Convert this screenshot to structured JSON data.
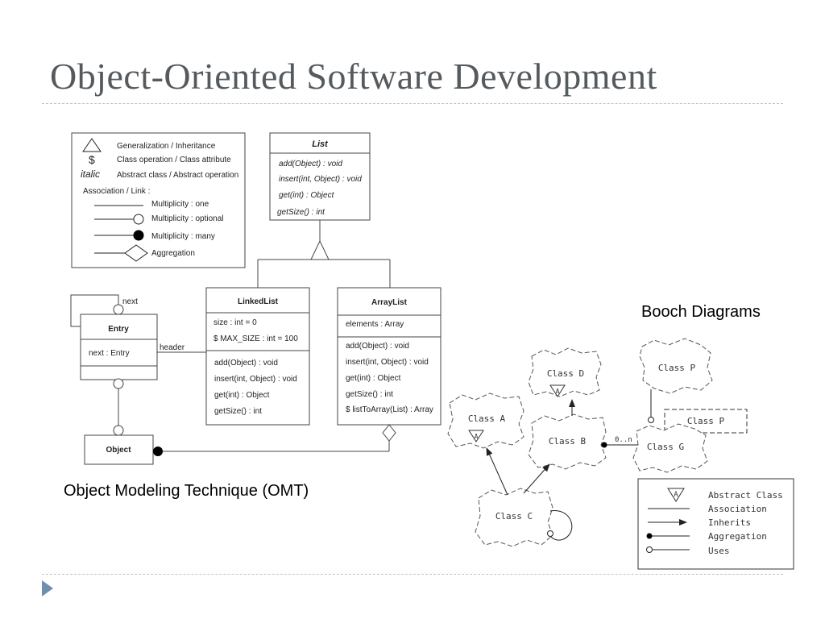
{
  "slide": {
    "title": "Object-Oriented Software Development",
    "omt_caption": "Object Modeling Technique (OMT)",
    "booch_caption": "Booch Diagrams"
  },
  "omt_legend": {
    "generalization": "Generalization / Inheritance",
    "dollar_symbol": "$",
    "class_operation": "Class operation / Class attribute",
    "italic_symbol": "italic",
    "abstract_class": "Abstract class / Abstract operation",
    "association_link": "Association / Link :",
    "mult_one": "Multiplicity : one",
    "mult_optional": "Multiplicity : optional",
    "mult_many": "Multiplicity : many",
    "aggregation": "Aggregation"
  },
  "omt_classes": {
    "list": {
      "name": "List",
      "ops": [
        "add(Object) : void",
        "insert(int, Object) : void",
        "get(int) : Object",
        "getSize() : int"
      ]
    },
    "linkedlist": {
      "name": "LinkedList",
      "attrs": [
        "size : int = 0",
        "$ MAX_SIZE : int = 100"
      ],
      "ops": [
        "add(Object) : void",
        "insert(int, Object) : void",
        "get(int) : Object",
        "getSize() : int"
      ]
    },
    "arraylist": {
      "name": "ArrayList",
      "attrs": [
        "elements : Array"
      ],
      "ops": [
        "add(Object) : void",
        "insert(int, Object) : void",
        "get(int) : Object",
        "getSize() : int",
        "$ listToArray(List) : Array"
      ]
    },
    "entry": {
      "name": "Entry",
      "attrs": [
        "next : Entry"
      ]
    },
    "object": {
      "name": "Object"
    },
    "label_next": "next",
    "label_header": "header"
  },
  "booch": {
    "class_a": "Class A",
    "class_b": "Class B",
    "class_c": "Class C",
    "class_d": "Class D",
    "class_p_cloud": "Class P",
    "class_p_box": "Class P",
    "class_g": "Class G",
    "abstract_mark": "A",
    "multiplicity": "0..n",
    "legend": {
      "abstract_mark": "A",
      "abstract_class": "Abstract Class",
      "association": "Association",
      "inherits": "Inherits",
      "aggregation": "Aggregation",
      "uses": "Uses"
    }
  }
}
